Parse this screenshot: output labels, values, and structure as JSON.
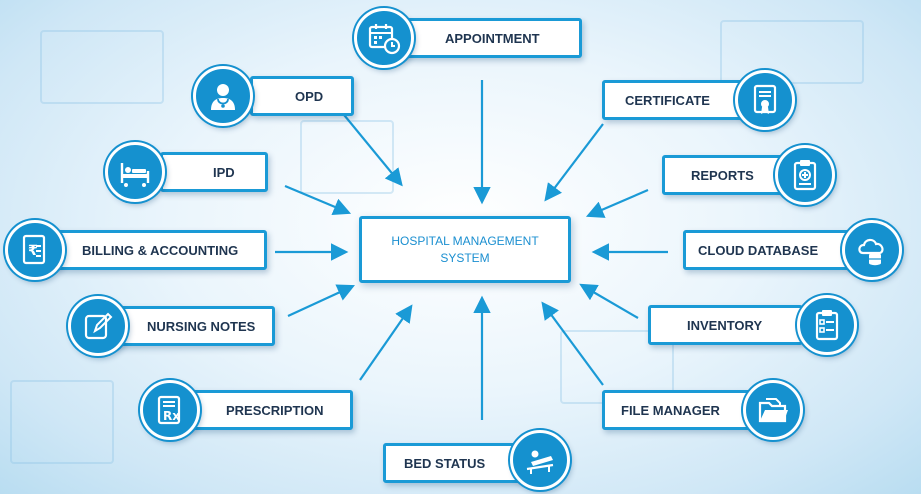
{
  "center": {
    "label": "HOSPITAL MANAGEMENT\nSYSTEM"
  },
  "modules": {
    "appointment": "APPOINTMENT",
    "opd": "OPD",
    "ipd": "IPD",
    "billing": "BILLING & ACCOUNTING",
    "nursing": "NURSING NOTES",
    "prescription": "PRESCRIPTION",
    "bed_status": "BED STATUS",
    "certificate": "CERTIFICATE",
    "reports": "REPORTS",
    "cloud_database": "CLOUD DATABASE",
    "inventory": "INVENTORY",
    "file_manager": "FILE MANAGER"
  },
  "colors": {
    "accent": "#1591cf",
    "border": "#1a9ad6",
    "text": "#1f3550",
    "center_text": "#1b8fd0"
  }
}
